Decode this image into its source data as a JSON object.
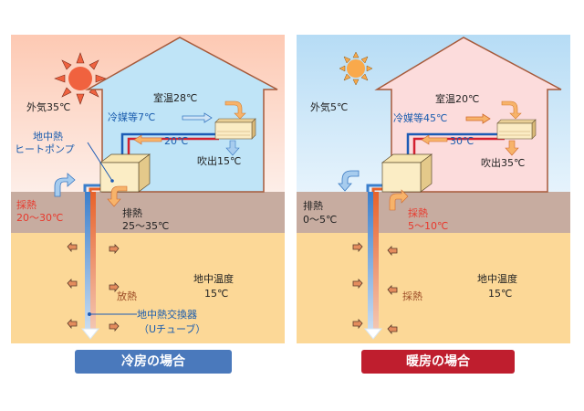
{
  "cooling": {
    "caption": "冷房の場合",
    "outside_air": "外気35℃",
    "room_temp": "室温28℃",
    "refrigerant": "冷媒等7℃",
    "return_temp": "20℃",
    "outlet": "吹出15℃",
    "heat_pump_line1": "地中熱",
    "heat_pump_line2": "ヒートポンプ",
    "collect_label": "採熱",
    "collect_range": "20〜30℃",
    "exhaust_label": "排熱",
    "exhaust_range": "25〜35℃",
    "release_label": "放熱",
    "ground_temp_label": "地中温度",
    "ground_temp_value": "15℃",
    "exchanger_line1": "地中熱交換器",
    "exchanger_line2": "（Uチューブ）",
    "colors": {
      "caption": "#4a79bc",
      "sun": "#f0623f"
    }
  },
  "heating": {
    "caption": "暖房の場合",
    "outside_air": "外気5℃",
    "room_temp": "室温20℃",
    "refrigerant": "冷媒等45℃",
    "return_temp": "30℃",
    "outlet": "吹出35℃",
    "exhaust_label": "排熱",
    "exhaust_range": "0〜5℃",
    "collect_label": "採熱",
    "collect_range": "5〜10℃",
    "collect_label_soil": "採熱",
    "ground_temp_label": "地中温度",
    "ground_temp_value": "15℃",
    "colors": {
      "caption": "#bf1e2e",
      "sun": "#f9a94b"
    }
  }
}
